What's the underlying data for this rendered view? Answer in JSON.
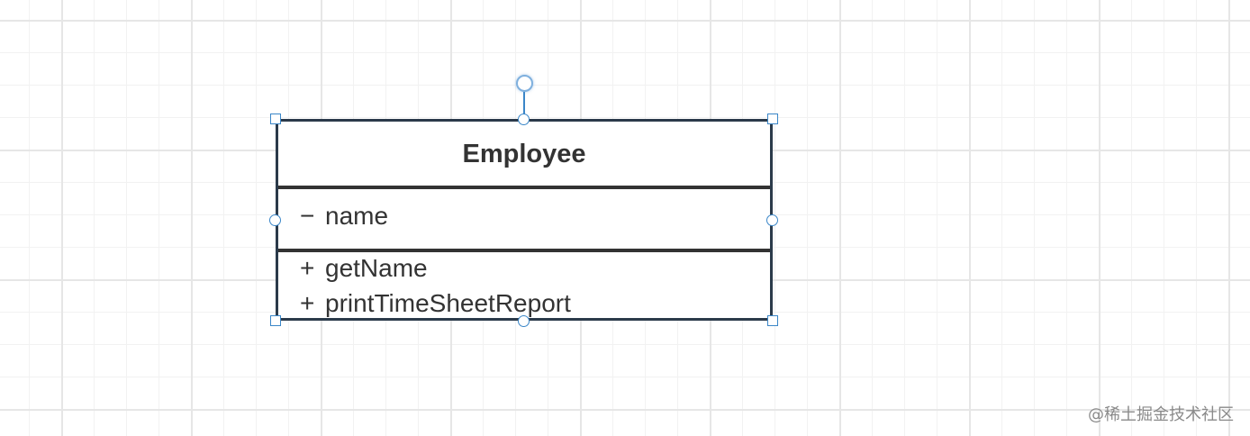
{
  "diagram": {
    "class": {
      "name": "Employee",
      "attributes": [
        {
          "visibility": "−",
          "name": "name"
        }
      ],
      "methods": [
        {
          "visibility": "+",
          "name": "getName"
        },
        {
          "visibility": "+",
          "name": "printTimeSheetReport"
        }
      ]
    },
    "colors": {
      "selection": "#3a86c8",
      "class_border": "#2b3a4a",
      "text": "#333333",
      "grid_major": "#e6e6e6",
      "grid_minor": "#f2f2f2"
    }
  },
  "watermark": "@稀土掘金技术社区"
}
